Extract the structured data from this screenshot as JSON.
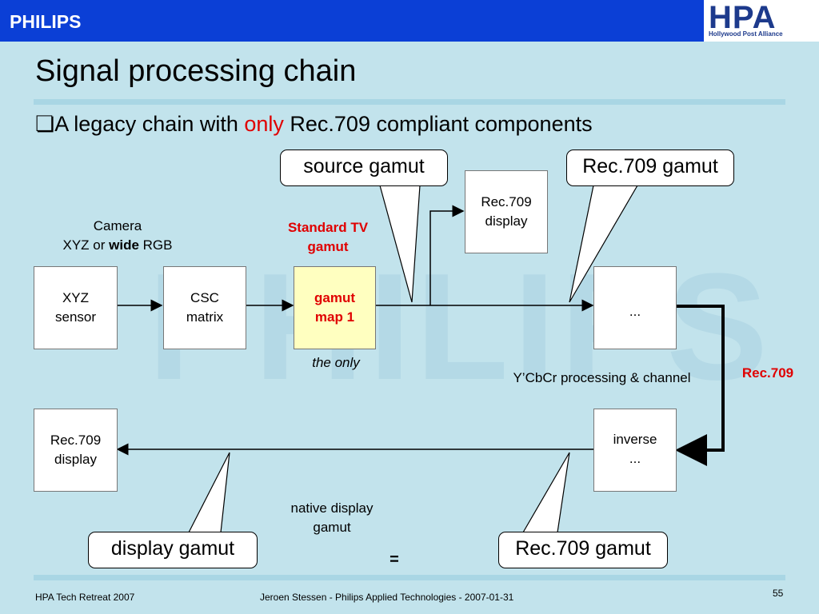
{
  "header": {
    "brand": "PHILIPS",
    "logo_text": "HPA",
    "logo_subtext": "Hollywood Post Alliance"
  },
  "slide": {
    "title": "Signal processing chain",
    "bullet_before": "A legacy chain with ",
    "bullet_highlight": "only",
    "bullet_after": " Rec.709 compliant components"
  },
  "watermark": "PHILIPS",
  "boxes": {
    "xyz_sensor": [
      "XYZ",
      "sensor"
    ],
    "csc_matrix": [
      "CSC",
      "matrix"
    ],
    "gamut_map": [
      "gamut",
      "map 1"
    ],
    "rec709_display_top": [
      "Rec.709",
      "display"
    ],
    "ellipsis_box": "...",
    "inverse_box": [
      "inverse",
      "..."
    ],
    "rec709_display_bottom": [
      "Rec.709",
      "display"
    ]
  },
  "labels": {
    "camera_line1": "Camera",
    "camera_line2_a": "XYZ or ",
    "camera_line2_b": "wide",
    "camera_line2_c": " RGB",
    "standard_tv_gamut": [
      "Standard TV",
      "gamut"
    ],
    "the_only": "the only",
    "ycbcr_channel": "Y’CbCr processing & channel",
    "rec709_side": "Rec.709",
    "native_display_gamut": [
      "native display",
      "gamut"
    ],
    "equals": "="
  },
  "callouts": {
    "source_gamut": "source gamut",
    "rec709_gamut_top": "Rec.709 gamut",
    "display_gamut": "display gamut",
    "rec709_gamut_bottom": "Rec.709 gamut"
  },
  "footer": {
    "left": "HPA Tech Retreat 2007",
    "center": "Jeroen Stessen - Philips Applied Technologies - 2007-01-31",
    "page": "55"
  }
}
